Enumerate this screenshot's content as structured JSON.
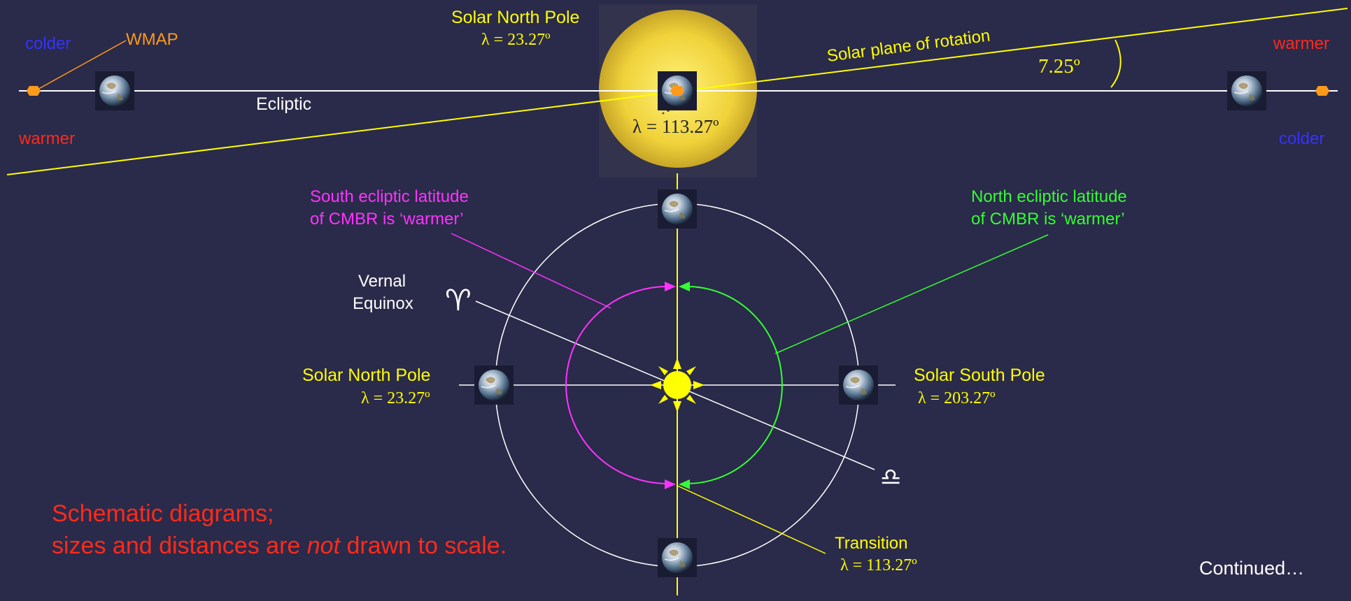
{
  "colors": {
    "background": "#2a2a4a",
    "yellow": "#ffff00",
    "white": "#ffffff",
    "red": "#ff2a1a",
    "blue": "#3333ff",
    "orange": "#ff9a1a",
    "magenta": "#ff33ff",
    "green": "#33ff33"
  },
  "top": {
    "colder_left": "colder",
    "warmer_left": "warmer",
    "wmap": "WMAP",
    "ecliptic": "Ecliptic",
    "sun_pole_title": "Solar North Pole",
    "sun_pole_lambda": "λ = 23.27º",
    "sun_center_lambda": "λ = 113.27º",
    "solar_plane": "Solar plane of rotation",
    "angle": "7.25º",
    "warmer_right": "warmer",
    "colder_right": "colder"
  },
  "bottom": {
    "south_lat_line1": "South ecliptic latitude",
    "south_lat_line2": "of CMBR is ‘warmer’",
    "north_lat_line1": "North ecliptic latitude",
    "north_lat_line2": "of CMBR is ‘warmer’",
    "vernal_line1": "Vernal",
    "vernal_line2": "Equinox",
    "aries_symbol": "♈",
    "libra_symbol": "♎",
    "left_pole_title": "Solar North Pole",
    "left_pole_lambda": "λ = 23.27º",
    "right_pole_title": "Solar South Pole",
    "right_pole_lambda": "λ = 203.27º",
    "transition_title": "Transition",
    "transition_lambda": "λ = 113.27º",
    "schematic_line1": "Schematic diagrams;",
    "schematic_line2_pre": "sizes and distances are ",
    "schematic_line2_em": "not",
    "schematic_line2_post": " drawn to scale.",
    "continued": "Continued…"
  }
}
